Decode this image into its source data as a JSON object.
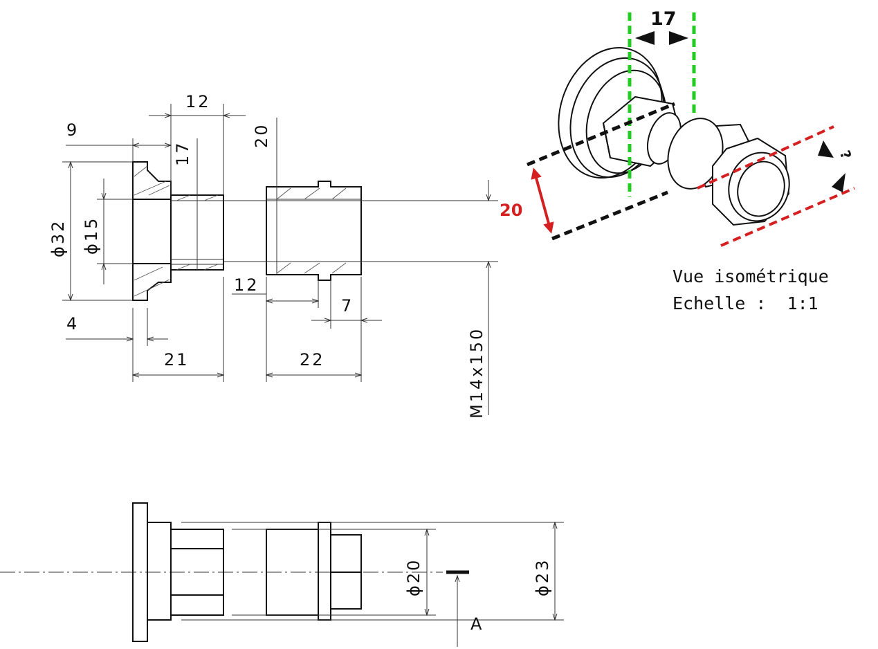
{
  "dimensions": {
    "d12_top": "12",
    "d9": "9",
    "d17_small": "17",
    "d20_vert": "20",
    "d32": "32",
    "d15": "15",
    "d4": "4",
    "d21": "21",
    "d12_mid": "12",
    "d7": "7",
    "d22": "22",
    "thread": "M14x150",
    "d20_bottom": "20",
    "d23": "23",
    "diameter_symbol": "ϕ"
  },
  "section_label": "A",
  "iso_view": {
    "title": "Vue isométrique",
    "scale": "Echelle :  1:1",
    "annotation_green": "17",
    "annotation_red": "20",
    "annotation_question": "?"
  },
  "colors": {
    "red": "#d42020",
    "green": "#22cc22",
    "black": "#111111"
  }
}
